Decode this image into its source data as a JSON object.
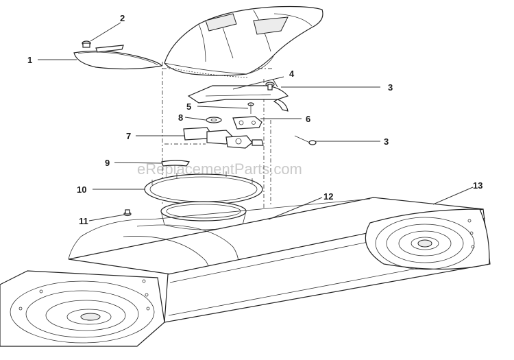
{
  "diagram": {
    "watermark": "eReplacementParts.com",
    "callouts": [
      {
        "id": "c1",
        "label": "1"
      },
      {
        "id": "c2",
        "label": "2"
      },
      {
        "id": "c3a",
        "label": "3"
      },
      {
        "id": "c3b",
        "label": "3"
      },
      {
        "id": "c4",
        "label": "4"
      },
      {
        "id": "c5",
        "label": "5"
      },
      {
        "id": "c6",
        "label": "6"
      },
      {
        "id": "c7",
        "label": "7"
      },
      {
        "id": "c8",
        "label": "8"
      },
      {
        "id": "c9",
        "label": "9"
      },
      {
        "id": "c10",
        "label": "10"
      },
      {
        "id": "c11",
        "label": "11"
      },
      {
        "id": "c12",
        "label": "12"
      },
      {
        "id": "c13",
        "label": "13"
      }
    ]
  }
}
